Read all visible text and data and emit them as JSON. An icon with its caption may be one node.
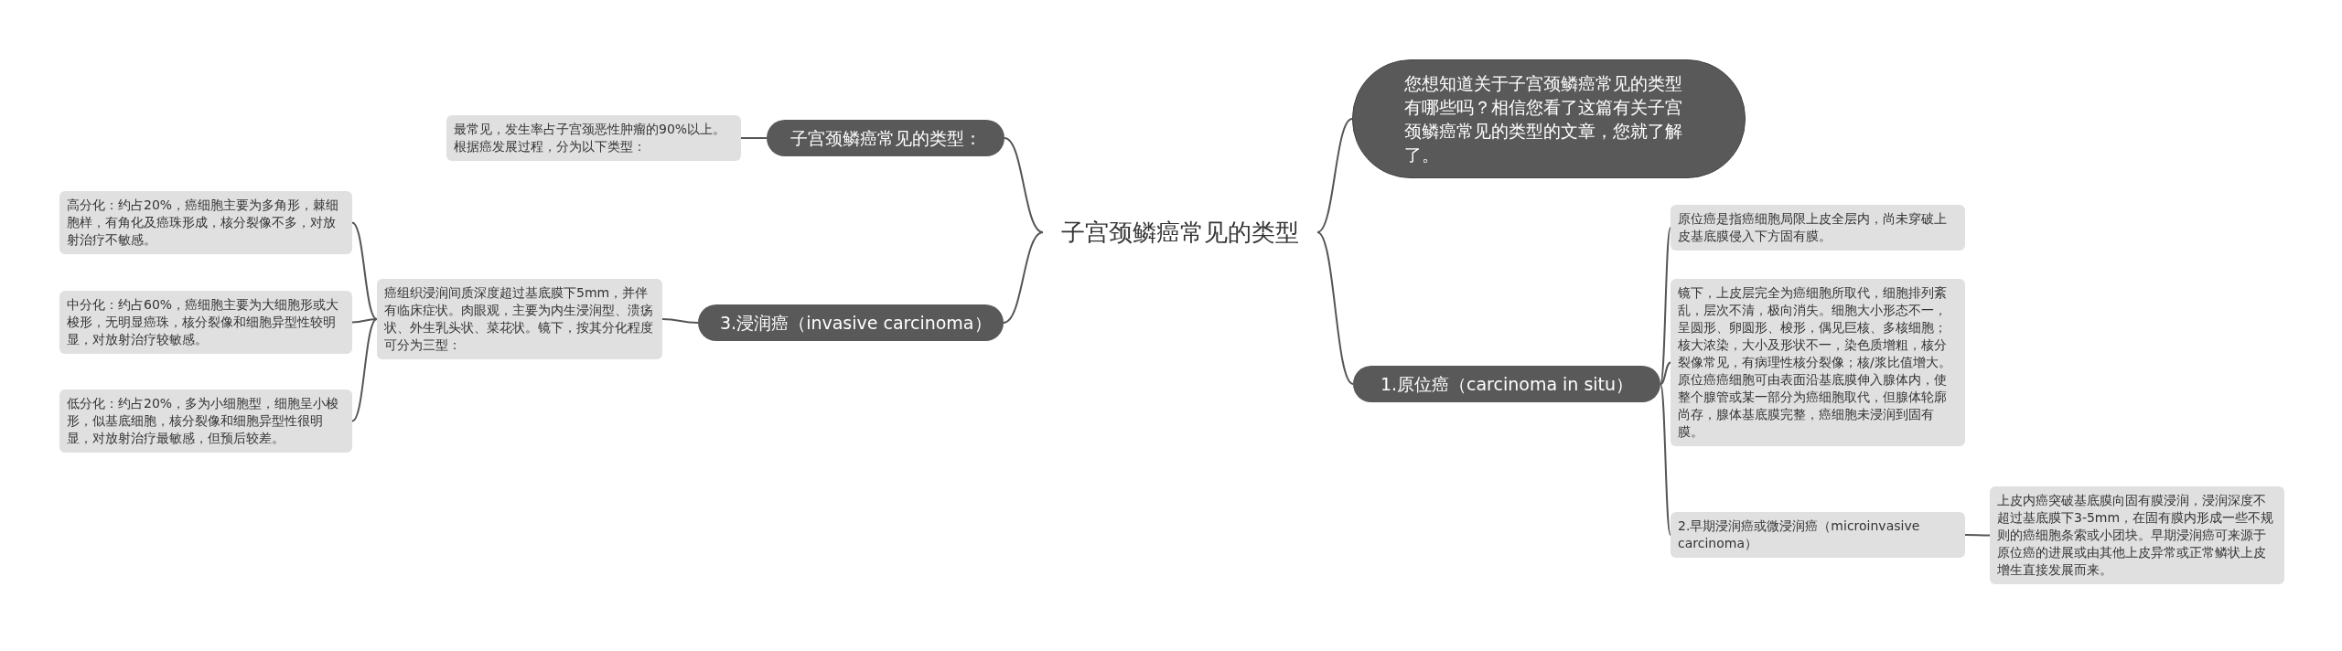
{
  "diagram": {
    "nodes": [
      {
        "text": [
          "子宫颈鳞癌常见的类型"
        ]
      },
      {
        "text": [
          "您想知道关于子宫颈鳞癌常见的类型有哪些吗？相信您看了这篇有关子宫颈鳞癌常见的类型的文章，您就了解了。"
        ]
      },
      {
        "text": [
          "子宫颈鳞癌常见的类型："
        ]
      },
      {
        "text": [
          "最常见，发生率占子宫颈恶性肿瘤的90%以上。根据癌发展过程，分为以下类型："
        ]
      },
      {
        "text": [
          "3.浸润癌（invasive carcinoma）"
        ]
      },
      {
        "text": [
          "癌组织浸润间质深度超过基底膜下5mm，并伴有临床症状。肉眼观，主要为内生浸润型、溃疡状、外生乳头状、菜花状。镜下，按其分化程度可分为三型："
        ]
      },
      {
        "text": [
          "高分化：约占20%，癌细胞主要为多角形，棘细胞样，有角化及癌珠形成，核分裂像不多，对放射治疗不敏感。"
        ]
      },
      {
        "text": [
          "中分化：约占60%，癌细胞主要为大细胞形或大梭形，无明显癌珠，核分裂像和细胞异型性较明显，对放射治疗较敏感。"
        ]
      },
      {
        "text": [
          "低分化：约占20%，多为小细胞型，细胞呈小梭形，似基底细胞，核分裂像和细胞异型性很明显，对放射治疗最敏感，但预后较差。"
        ]
      },
      {
        "text": [
          "1.原位癌（carcinoma in situ）"
        ]
      },
      {
        "text": [
          "原位癌是指癌细胞局限上皮全层内，尚未穿破上皮基底膜侵入下方固有膜。"
        ]
      },
      {
        "text": [
          "镜下，上皮层完全为癌细胞所取代，细胞排列紊乱，层次不清，极向消失。细胞大小形态不一，呈圆形、卵圆形、梭形，偶见巨核、多核细胞；核大浓染，大小及形状不一，染色质增粗，核分裂像常见，有病理性核分裂像；核/浆比值增大。原位癌癌细胞可由表面沿基底膜伸入腺体内，使整个腺管或某一部分为癌细胞取代，但腺体轮廓尚存，腺体基底膜完整，癌细胞未浸润到固有膜。"
        ]
      },
      {
        "text": [
          "2.早期浸润癌或微浸润癌（microinvasive carcinoma）"
        ]
      },
      {
        "text": [
          "上皮内癌突破基底膜向固有膜浸润，浸润深度不超过基底膜下3-5mm，在固有膜内形成一些不规则的癌细胞条索或小团块。早期浸润癌可来源于原位癌的进展或由其他上皮异常或正常鳞状上皮增生直接发展而来。"
        ]
      }
    ],
    "edges": [
      {
        "from": 0,
        "to": 1,
        "arrow": "none"
      },
      {
        "from": 0,
        "to": 2,
        "arrow": "none"
      },
      {
        "from": 0,
        "to": 4,
        "arrow": "none"
      },
      {
        "from": 0,
        "to": 9,
        "arrow": "none"
      },
      {
        "from": 2,
        "to": 3,
        "arrow": "none"
      },
      {
        "from": 4,
        "to": 5,
        "arrow": "none"
      },
      {
        "from": 5,
        "to": 6,
        "arrow": "none"
      },
      {
        "from": 5,
        "to": 7,
        "arrow": "none"
      },
      {
        "from": 5,
        "to": 8,
        "arrow": "none"
      },
      {
        "from": 9,
        "to": 10,
        "arrow": "none"
      },
      {
        "from": 9,
        "to": 11,
        "arrow": "none"
      },
      {
        "from": 9,
        "to": 12,
        "arrow": "none"
      },
      {
        "from": 12,
        "to": 13,
        "arrow": "none"
      }
    ]
  }
}
